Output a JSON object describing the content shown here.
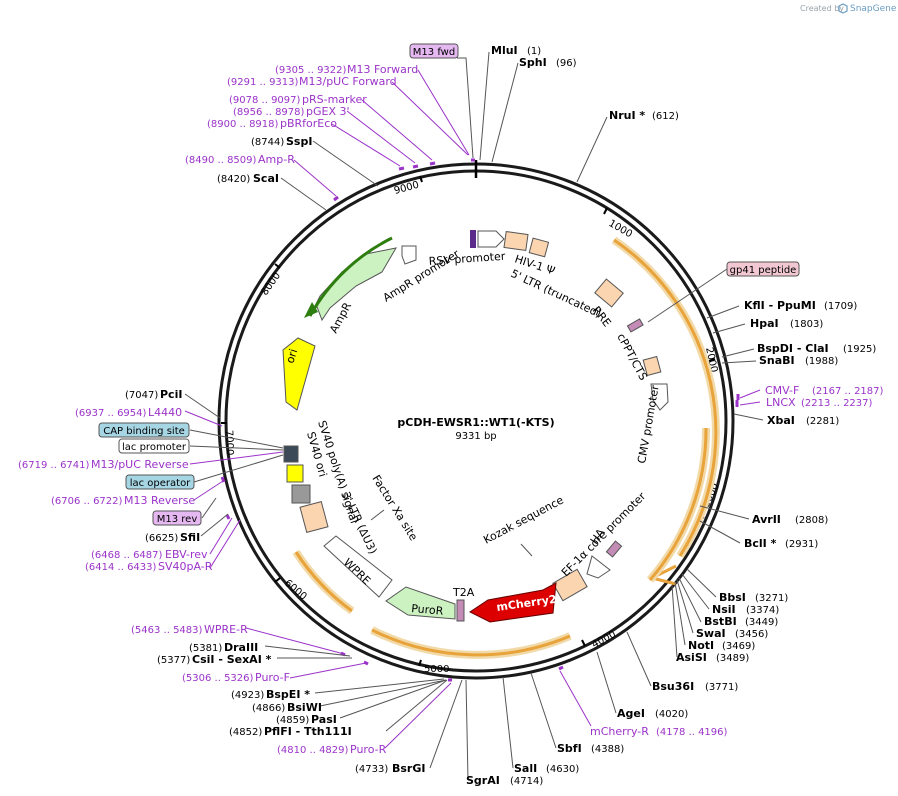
{
  "header": {
    "credit_prefix": "Created by",
    "brand": "SnapGene"
  },
  "plasmid": {
    "name": "pCDH-EWSR1::WT1(-KTS)",
    "size_label": "9331 bp",
    "length": 9331
  },
  "ticks": [
    "1000",
    "2000",
    "3000",
    "4000",
    "5000",
    "6000",
    "7000",
    "8000",
    "9000"
  ],
  "sites": [
    {
      "name": "MluI",
      "pos": "(1)"
    },
    {
      "name": "SphI",
      "pos": "(96)"
    },
    {
      "name": "NruI *",
      "pos": "(612)"
    },
    {
      "name": "KflI  - PpuMI",
      "pos": "(1709)"
    },
    {
      "name": "HpaI",
      "pos": "(1803)"
    },
    {
      "name": "BspDI   - ClaI",
      "pos": "(1925)"
    },
    {
      "name": "SnaBI",
      "pos": "(1988)"
    },
    {
      "name": "XbaI",
      "pos": "(2281)"
    },
    {
      "name": "AvrII",
      "pos": "(2808)"
    },
    {
      "name": "BclI *",
      "pos": "(2931)"
    },
    {
      "name": "BbsI",
      "pos": "(3271)"
    },
    {
      "name": "NsiI",
      "pos": "(3374)"
    },
    {
      "name": "BstBI",
      "pos": "(3449)"
    },
    {
      "name": "SwaI",
      "pos": "(3456)"
    },
    {
      "name": "NotI",
      "pos": "(3469)"
    },
    {
      "name": "AsiSI",
      "pos": "(3489)"
    },
    {
      "name": "Bsu36I",
      "pos": "(3771)"
    },
    {
      "name": "AgeI",
      "pos": "(4020)"
    },
    {
      "name": "SbfI",
      "pos": "(4388)"
    },
    {
      "name": "SalI",
      "pos": "(4630)"
    },
    {
      "name": "SgrAI",
      "pos": "(4714)"
    },
    {
      "name": "BsrGI",
      "pos": "(4733)"
    },
    {
      "name": "PflFI   - Tth111I",
      "pos": "(4852)"
    },
    {
      "name": "PasI",
      "pos": "(4859)"
    },
    {
      "name": "BsiWI",
      "pos": "(4866)"
    },
    {
      "name": "BspEI *",
      "pos": "(4923)"
    },
    {
      "name": "CsiI   - SexAI *",
      "pos": "(5377)"
    },
    {
      "name": "DraIII",
      "pos": "(5381)"
    },
    {
      "name": "SfiI",
      "pos": "(6625)"
    },
    {
      "name": "PciI",
      "pos": "(7047)"
    },
    {
      "name": "ScaI",
      "pos": "(8420)"
    },
    {
      "name": "SspI",
      "pos": "(8744)"
    }
  ],
  "primers": [
    {
      "name": "M13 Forward",
      "pos": "(9305 .. 9322)"
    },
    {
      "name": "M13/pUC Forward",
      "pos": "(9291 .. 9313)"
    },
    {
      "name": "pRS-marker",
      "pos": "(9078 .. 9097)"
    },
    {
      "name": "pGEX 3'",
      "pos": "(8956 .. 8978)"
    },
    {
      "name": "pBRforEco",
      "pos": "(8900 .. 8918)"
    },
    {
      "name": "Amp-R",
      "pos": "(8490 .. 8509)"
    },
    {
      "name": "CMV-F",
      "pos": "(2167 .. 2187)"
    },
    {
      "name": "LNCX",
      "pos": "(2213 .. 2237)"
    },
    {
      "name": "mCherry-R",
      "pos": "(4178 .. 4196)"
    },
    {
      "name": "Puro-R",
      "pos": "(4810 .. 4829)"
    },
    {
      "name": "Puro-F",
      "pos": "(5306 .. 5326)"
    },
    {
      "name": "WPRE-R",
      "pos": "(5463 .. 5483)"
    },
    {
      "name": "SV40pA-R",
      "pos": "(6414 .. 6433)"
    },
    {
      "name": "EBV-rev",
      "pos": "(6468 .. 6487)"
    },
    {
      "name": "M13 Reverse",
      "pos": "(6706 .. 6722)"
    },
    {
      "name": "M13/pUC Reverse",
      "pos": "(6719 .. 6741)"
    },
    {
      "name": "L4440",
      "pos": "(6937 .. 6954)"
    }
  ],
  "boxed_labels": [
    "M13 fwd",
    "gp41 peptide",
    "CAP binding site",
    "lac promoter",
    "lac operator",
    "M13 rev"
  ],
  "features": [
    "RSV promoter",
    "HIV-1 Ψ",
    "5' LTR (truncated)",
    "RRE",
    "cPPT/CTS",
    "CMV promoter",
    "HA",
    "EF-1α core promoter",
    "Kozak sequence",
    "mCherry2",
    "T2A",
    "PuroR",
    "WPRE",
    "3' LTR (ΔU3)",
    "Factor Xa site",
    "SV40 poly(A) signal",
    "SV40 ori",
    "ori",
    "AmpR",
    "AmpR promoter"
  ],
  "colors": {
    "primer": "#9b33c9",
    "orf": "#e8a33a",
    "mcherry": "#dd0000",
    "ampr_arrow": "#2e7d0f",
    "ori": "#ffff00",
    "purple_tag": "#e5b8f2",
    "cyan_tag": "#a6d5e3",
    "pink_tag": "#f1c7d2"
  }
}
